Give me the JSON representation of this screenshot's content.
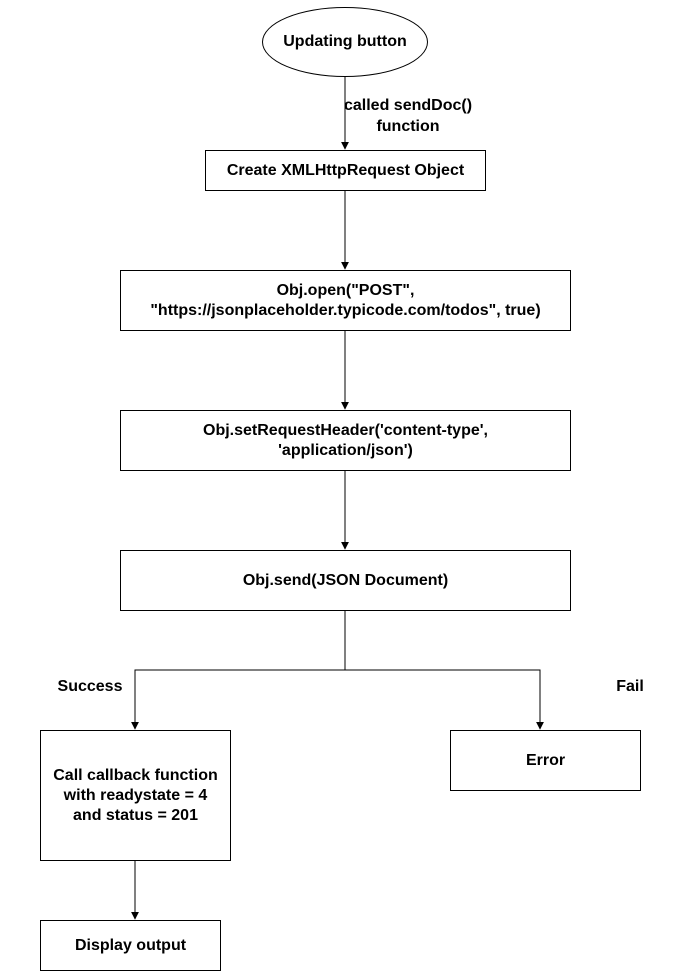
{
  "nodes": {
    "start": "Updating button",
    "create": "Create XMLHttpRequest Object",
    "open": {
      "line1": "Obj.open(\"POST\",",
      "line2": "\"https://jsonplaceholder.typicode.com/todos\", true)"
    },
    "header": {
      "line1": "Obj.setRequestHeader('content-type',",
      "line2": "'application/json')"
    },
    "send": "Obj.send(JSON Document)",
    "callback": {
      "line1": "Call callback function",
      "line2": "with readystate = 4",
      "line3": "and status = 201"
    },
    "error": "Error",
    "display": "Display output"
  },
  "edges": {
    "start_to_create": {
      "line1": "called sendDoc()",
      "line2": "function"
    },
    "success": "Success",
    "fail": "Fail"
  }
}
